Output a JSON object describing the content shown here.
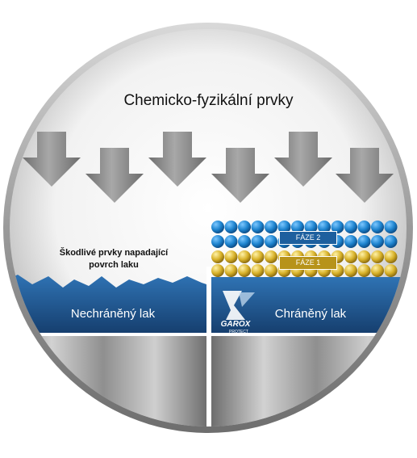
{
  "title": "Chemicko-fyzikální prvky",
  "damage_text": "Škodlivé prvky napadající povrch laku",
  "left_label": "Nechráněný lak",
  "right_label": "Chráněný lak",
  "phase2_label": "FÁZE 2",
  "phase1_label": "FÁZE 1",
  "logo": {
    "name": "GAROX",
    "tagline": "PROTECT"
  },
  "colors": {
    "paint_blue": "#1f5b96",
    "blue_bubble": "#1e84cf",
    "yellow_bubble": "#d8b22a",
    "arrow_gray": "#8a8a8a",
    "metal_gray": "#9b9b9b"
  }
}
